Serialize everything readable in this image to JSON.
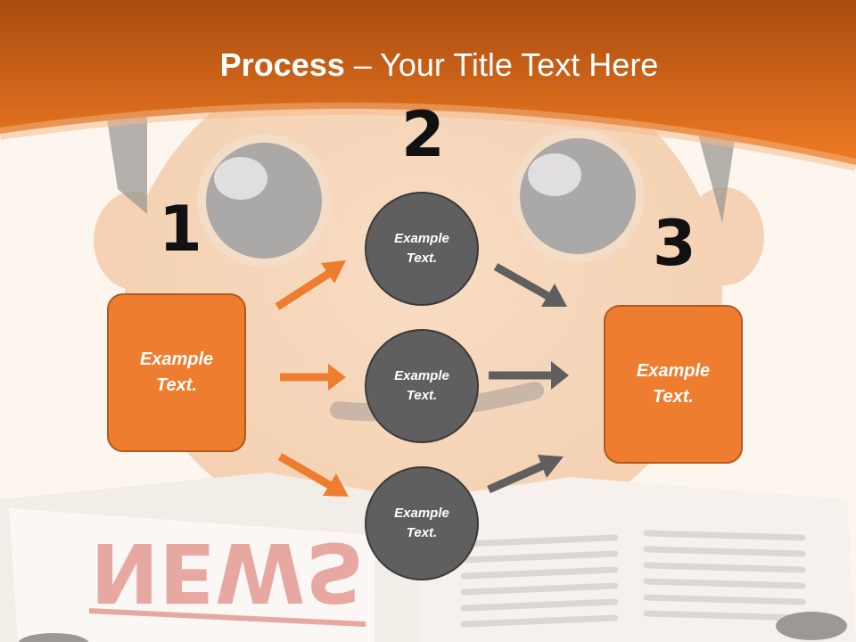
{
  "title": {
    "bold": "Process",
    "rest": " – Your Title Text Here"
  },
  "background_text": "NEWS",
  "steps": {
    "one": {
      "number": "1",
      "text": "Example\nText."
    },
    "two": {
      "number": "2"
    },
    "three": {
      "number": "3",
      "text": "Example\nText."
    }
  },
  "circles": [
    {
      "text": "Example\nText."
    },
    {
      "text": "Example\nText."
    },
    {
      "text": "Example\nText."
    }
  ],
  "colors": {
    "orange": "#ee7d2f",
    "gray": "#5f5f5f",
    "header": "#e9701c"
  }
}
